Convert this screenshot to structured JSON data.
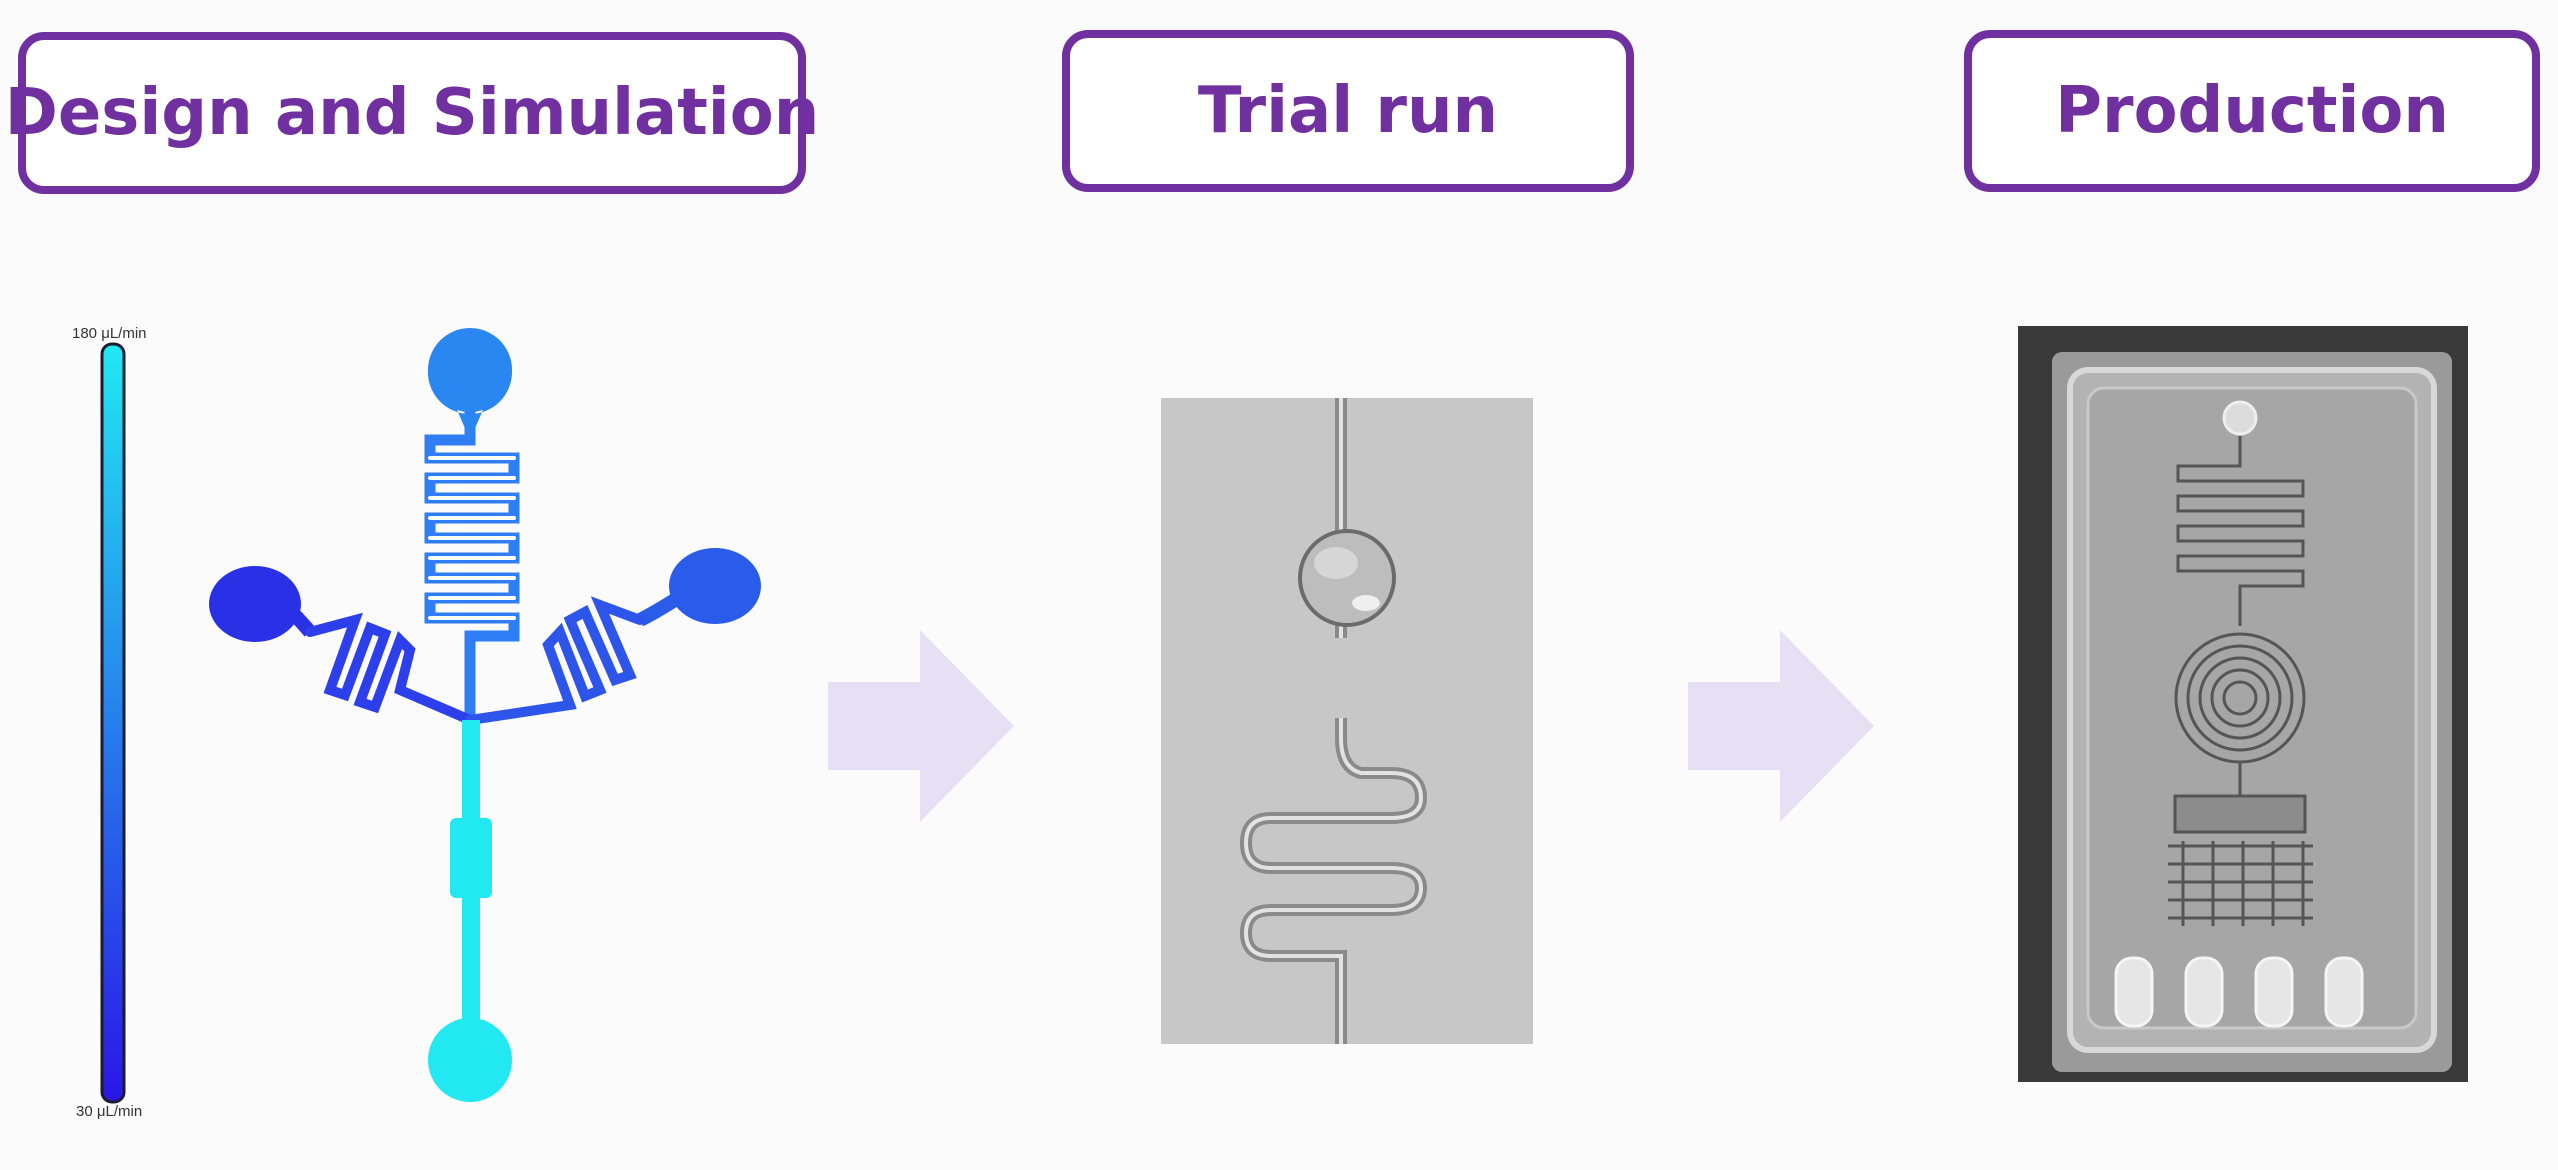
{
  "stages": [
    {
      "label": "Design and Simulation"
    },
    {
      "label": "Trial run"
    },
    {
      "label": "Production"
    }
  ],
  "flow_scale": {
    "max_label": "180 μL/min",
    "min_label": "30 μL/min",
    "color_max": "#22e8f2",
    "color_min": "#2a16e6"
  },
  "colors": {
    "stage_border": "#7030a0",
    "stage_text": "#7030a0",
    "arrow_fill": "#e7e0f4"
  },
  "icons": {
    "arrow": "right-arrow-icon"
  }
}
